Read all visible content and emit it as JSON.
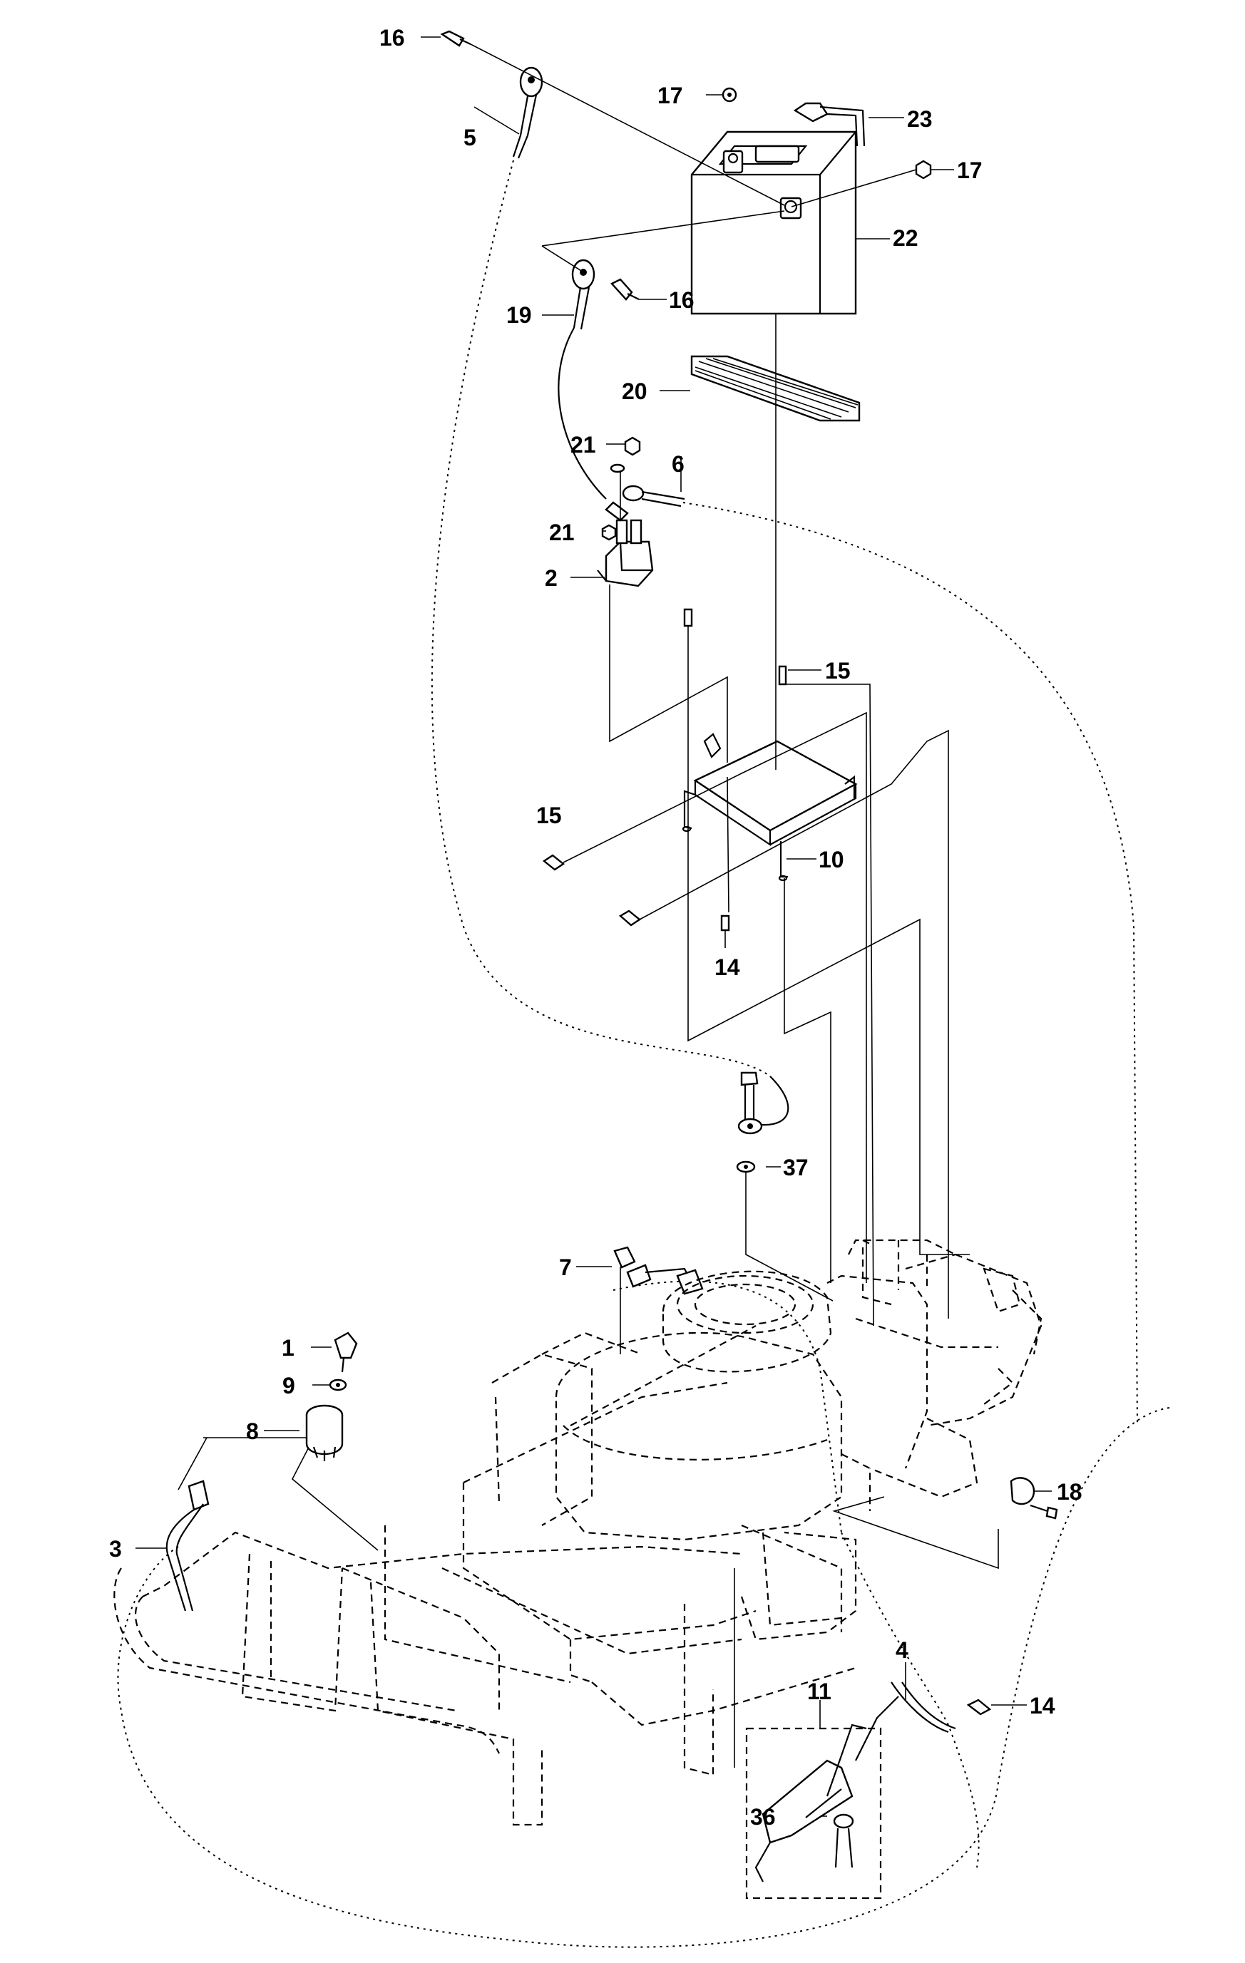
{
  "callouts": [
    {
      "id": "c16a",
      "text": "16"
    },
    {
      "id": "c5",
      "text": "5"
    },
    {
      "id": "c17a",
      "text": "17"
    },
    {
      "id": "c23",
      "text": "23"
    },
    {
      "id": "c17b",
      "text": "17"
    },
    {
      "id": "c22",
      "text": "22"
    },
    {
      "id": "c19",
      "text": "19"
    },
    {
      "id": "c16b",
      "text": "16"
    },
    {
      "id": "c20",
      "text": "20"
    },
    {
      "id": "c21a",
      "text": "21"
    },
    {
      "id": "c6",
      "text": "6"
    },
    {
      "id": "c21b",
      "text": "21"
    },
    {
      "id": "c2",
      "text": "2"
    },
    {
      "id": "c15a",
      "text": "15"
    },
    {
      "id": "c15b",
      "text": "15"
    },
    {
      "id": "c10",
      "text": "10"
    },
    {
      "id": "c14a",
      "text": "14"
    },
    {
      "id": "c37",
      "text": "37"
    },
    {
      "id": "c7",
      "text": "7"
    },
    {
      "id": "c1",
      "text": "1"
    },
    {
      "id": "c9",
      "text": "9"
    },
    {
      "id": "c8",
      "text": "8"
    },
    {
      "id": "c18",
      "text": "18"
    },
    {
      "id": "c3",
      "text": "3"
    },
    {
      "id": "c4",
      "text": "4"
    },
    {
      "id": "c14b",
      "text": "14"
    },
    {
      "id": "c11",
      "text": "11"
    },
    {
      "id": "c36",
      "text": "36"
    }
  ]
}
